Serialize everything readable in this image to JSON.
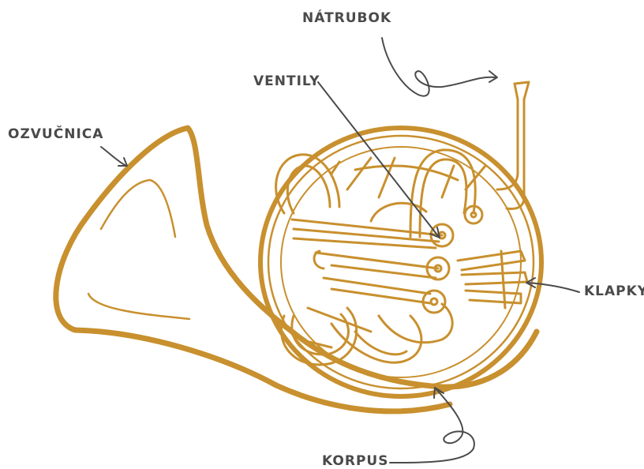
{
  "labels": {
    "mouthpiece": "NÁTRUBOK",
    "valves": "VENTILY",
    "bell": "OZVUČNICA",
    "keys": "KLAPKY",
    "body": "KORPUS"
  },
  "colors": {
    "brass": "#c8902e",
    "label": "#4a4a4a",
    "pointer": "#4a4a4a",
    "background": "#ffffff"
  },
  "illustration": {
    "subject": "french-horn"
  }
}
